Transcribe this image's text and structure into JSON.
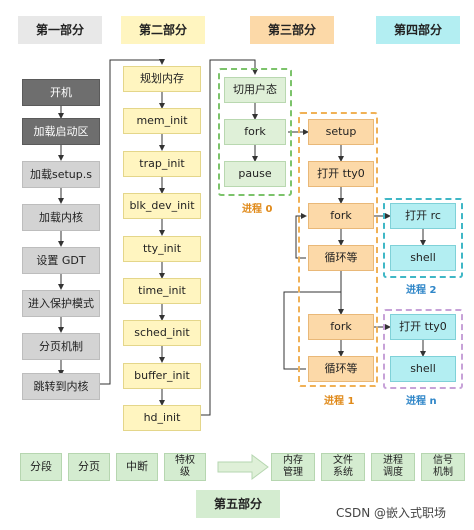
{
  "headers": {
    "part1": "第一部分",
    "part2": "第二部分",
    "part3": "第三部分",
    "part4": "第四部分",
    "part5": "第五部分"
  },
  "col1": [
    "开机",
    "加载启动区",
    "加载setup.s",
    "加载内核",
    "设置 GDT",
    "进入保护模式",
    "分页机制",
    "跳转到内核"
  ],
  "col2": [
    "规划内存",
    "mem_init",
    "trap_init",
    "blk_dev_init",
    "tty_init",
    "time_init",
    "sched_init",
    "buffer_init",
    "hd_init"
  ],
  "process0": {
    "items": [
      "切用户态",
      "fork",
      "pause"
    ],
    "label": "进程 0"
  },
  "process1": {
    "items": [
      "setup",
      "打开 tty0",
      "fork",
      "循环等",
      "fork",
      "循环等"
    ],
    "label": "进程 1"
  },
  "process2": {
    "items": [
      "打开 rc",
      "shell"
    ],
    "label": "进程 2"
  },
  "processn": {
    "items": [
      "打开 tty0",
      "shell"
    ],
    "label": "进程 n"
  },
  "bottom_left": [
    "分段",
    "分页",
    "中断",
    "特权级"
  ],
  "bottom_right": [
    "内存管理",
    "文件系统",
    "进程调度",
    "信号机制"
  ],
  "watermark": "CSDN @嵌入式职场"
}
